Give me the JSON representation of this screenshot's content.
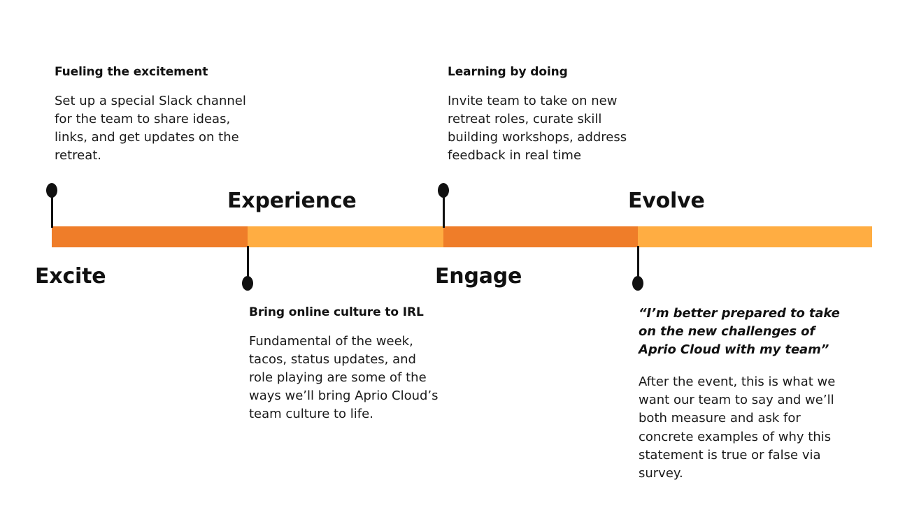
{
  "colors": {
    "segment_dark": "#EF7D29",
    "segment_light": "#FFAD42",
    "marker": "#111111",
    "text": "#111111",
    "background": "#FFFFFF"
  },
  "timeline": {
    "stages": [
      {
        "key": "excite",
        "label": "Excite",
        "color": "#EF7D29",
        "label_position": "below"
      },
      {
        "key": "experience",
        "label": "Experience",
        "color": "#FFAD42",
        "label_position": "above"
      },
      {
        "key": "engage",
        "label": "Engage",
        "color": "#EF7D29",
        "label_position": "below"
      },
      {
        "key": "evolve",
        "label": "Evolve",
        "color": "#FFAD42",
        "label_position": "above"
      }
    ]
  },
  "callouts": [
    {
      "key": "excite-callout",
      "title": "Fueling the excitement",
      "body": "Set up a special Slack channel for the team to share ideas, links, and get updates on the retreat.",
      "placement": "above",
      "stage": "excite"
    },
    {
      "key": "experience-callout",
      "title": "Bring online culture to IRL",
      "body": "Fundamental of the week, tacos, status updates, and role playing are some of the ways we’ll bring Aprio Cloud’s team culture to life.",
      "placement": "below",
      "stage": "experience"
    },
    {
      "key": "engage-callout",
      "title": "Learning by doing",
      "body": "Invite team to take on new retreat roles, curate skill building workshops, address feedback in real time",
      "placement": "above",
      "stage": "engage"
    },
    {
      "key": "evolve-callout",
      "title": "“I’m better prepared to take on the new challenges of Aprio Cloud with my team”",
      "body": "After the event, this is what we want our team to say and we’ll both measure and ask for concrete examples of why this statement is true or false via survey.",
      "placement": "below",
      "stage": "evolve",
      "title_style": "quote"
    }
  ]
}
